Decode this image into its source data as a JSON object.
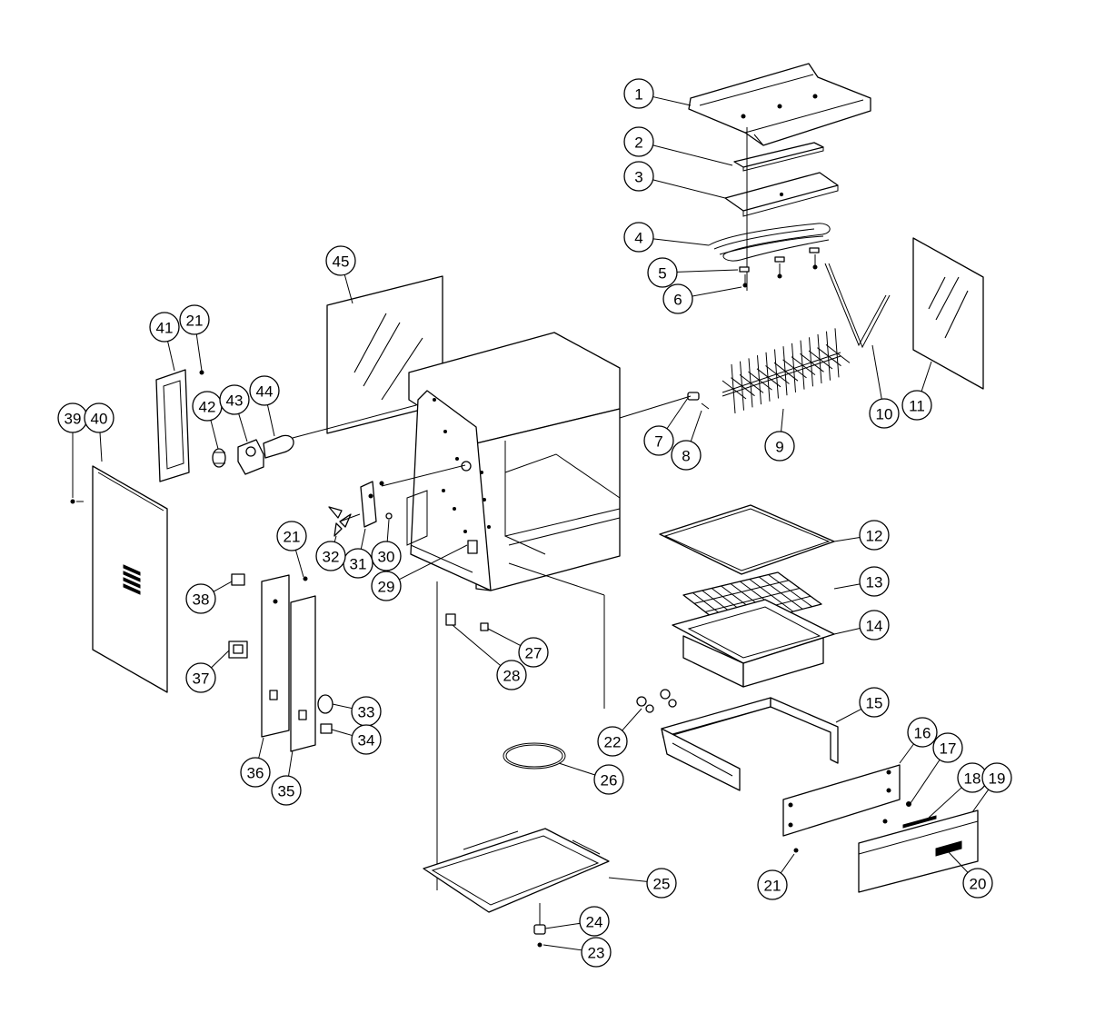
{
  "callouts": [
    {
      "id": "1",
      "label": "1"
    },
    {
      "id": "2",
      "label": "2"
    },
    {
      "id": "3",
      "label": "3"
    },
    {
      "id": "4",
      "label": "4"
    },
    {
      "id": "5",
      "label": "5"
    },
    {
      "id": "6",
      "label": "6"
    },
    {
      "id": "7",
      "label": "7"
    },
    {
      "id": "8",
      "label": "8"
    },
    {
      "id": "9",
      "label": "9"
    },
    {
      "id": "10",
      "label": "10"
    },
    {
      "id": "11",
      "label": "11"
    },
    {
      "id": "12",
      "label": "12"
    },
    {
      "id": "13",
      "label": "13"
    },
    {
      "id": "14",
      "label": "14"
    },
    {
      "id": "15",
      "label": "15"
    },
    {
      "id": "16",
      "label": "16"
    },
    {
      "id": "17",
      "label": "17"
    },
    {
      "id": "18",
      "label": "18"
    },
    {
      "id": "19",
      "label": "19"
    },
    {
      "id": "20",
      "label": "20"
    },
    {
      "id": "21a",
      "label": "21"
    },
    {
      "id": "21b",
      "label": "21"
    },
    {
      "id": "21c",
      "label": "21"
    },
    {
      "id": "22",
      "label": "22"
    },
    {
      "id": "23",
      "label": "23"
    },
    {
      "id": "24",
      "label": "24"
    },
    {
      "id": "25",
      "label": "25"
    },
    {
      "id": "26",
      "label": "26"
    },
    {
      "id": "27",
      "label": "27"
    },
    {
      "id": "28",
      "label": "28"
    },
    {
      "id": "29",
      "label": "29"
    },
    {
      "id": "30",
      "label": "30"
    },
    {
      "id": "31",
      "label": "31"
    },
    {
      "id": "32",
      "label": "32"
    },
    {
      "id": "33",
      "label": "33"
    },
    {
      "id": "34",
      "label": "34"
    },
    {
      "id": "35",
      "label": "35"
    },
    {
      "id": "36",
      "label": "36"
    },
    {
      "id": "37",
      "label": "37"
    },
    {
      "id": "38",
      "label": "38"
    },
    {
      "id": "39",
      "label": "39"
    },
    {
      "id": "40",
      "label": "40"
    },
    {
      "id": "41",
      "label": "41"
    },
    {
      "id": "42",
      "label": "42"
    },
    {
      "id": "43",
      "label": "43"
    },
    {
      "id": "44",
      "label": "44"
    },
    {
      "id": "45",
      "label": "45"
    }
  ]
}
